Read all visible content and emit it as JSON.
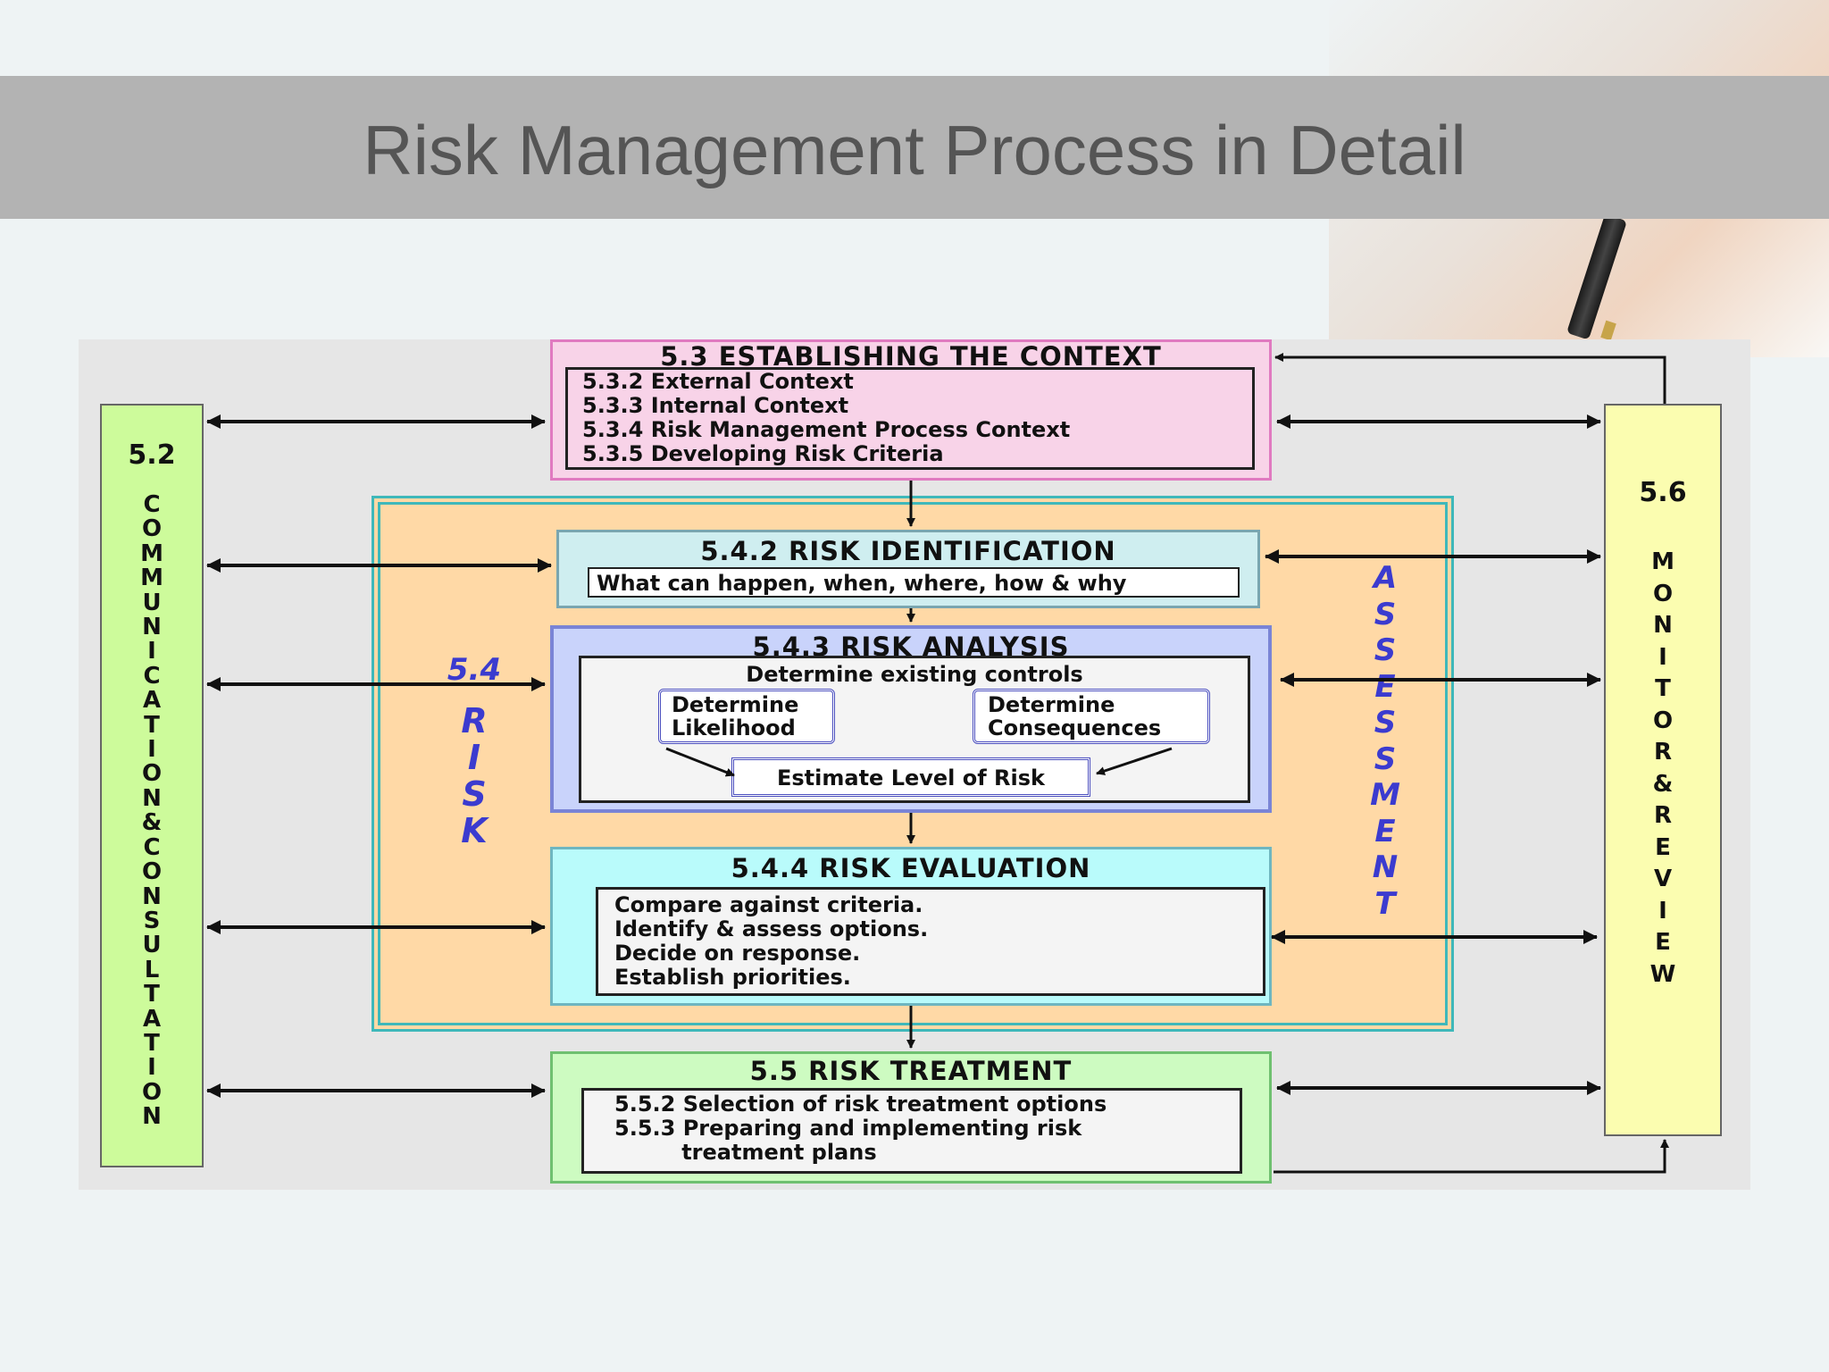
{
  "slide": {
    "title": "Risk Management Process in Detail"
  },
  "diagram": {
    "communication": {
      "number": "5.2",
      "letters": [
        "C",
        "O",
        "M",
        "M",
        "U",
        "N",
        "I",
        "C",
        "A",
        "T",
        "I",
        "O",
        "N",
        "&",
        "C",
        "O",
        "N",
        "S",
        "U",
        "L",
        "T",
        "A",
        "T",
        "I",
        "O",
        "N"
      ]
    },
    "monitor": {
      "number": "5.6",
      "letters": [
        "M",
        "O",
        "N",
        "I",
        "T",
        "O",
        "R",
        "&",
        "R",
        "E",
        "V",
        "I",
        "E",
        "W"
      ]
    },
    "context": {
      "heading": "5.3  ESTABLISHING THE CONTEXT",
      "lines": "5.3.2 External Context\n5.3.3 Internal Context\n5.3.4 Risk Management Process Context\n5.3.5 Developing Risk Criteria"
    },
    "risk_label": {
      "number": "5.4",
      "letters": [
        "R",
        "I",
        "S",
        "K"
      ]
    },
    "assessment_label": {
      "letters": [
        "A",
        "S",
        "S",
        "E",
        "S",
        "S",
        "M",
        "E",
        "N",
        "T"
      ]
    },
    "identification": {
      "heading": "5.4.2  RISK IDENTIFICATION",
      "text": "What can happen, when, where, how & why"
    },
    "analysis": {
      "heading": "5.4.3  RISK ANALYSIS",
      "sub_heading": "Determine existing controls",
      "likelihood": "Determine\nLikelihood",
      "consequences": "Determine\nConsequences",
      "estimate": "Estimate Level of Risk"
    },
    "evaluation": {
      "heading": "5.4.4  RISK EVALUATION",
      "lines": "Compare against criteria.\nIdentify & assess options.\nDecide on response.\nEstablish priorities."
    },
    "treatment": {
      "heading": "5.5  RISK TREATMENT",
      "lines": "5.5.2 Selection of risk treatment options\n5.5.3 Preparing and implementing risk\n         treatment plans"
    }
  }
}
